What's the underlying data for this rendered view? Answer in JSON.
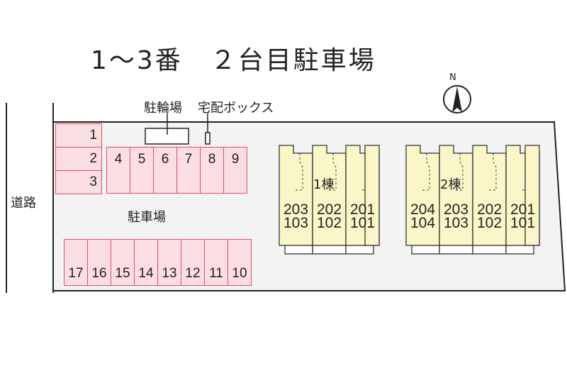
{
  "title": "1～3番　２台目駐車場",
  "labels": {
    "road": "道路",
    "parking_lot": "駐車場",
    "bicycle_parking": "駐輪場",
    "delivery_box": "宅配ボックス",
    "north": "N"
  },
  "parking": {
    "left_column": [
      "1",
      "2",
      "3"
    ],
    "top_row": [
      "4",
      "5",
      "6",
      "7",
      "8",
      "9"
    ],
    "bottom_row": [
      "17",
      "16",
      "15",
      "14",
      "13",
      "12",
      "11",
      "10"
    ]
  },
  "buildings": [
    {
      "name": "1棟",
      "units": [
        {
          "upper": "203",
          "lower": "103"
        },
        {
          "upper": "202",
          "lower": "102"
        },
        {
          "upper": "201",
          "lower": "101"
        }
      ]
    },
    {
      "name": "2棟",
      "units": [
        {
          "upper": "204",
          "lower": "104"
        },
        {
          "upper": "203",
          "lower": "103"
        },
        {
          "upper": "202",
          "lower": "102"
        },
        {
          "upper": "201",
          "lower": "101"
        }
      ]
    }
  ],
  "colors": {
    "parking_fill": "#fbdde4",
    "parking_border": "#e0505e",
    "building_fill": "#fbf6c8",
    "lot_fill": "#f3f3f3"
  }
}
